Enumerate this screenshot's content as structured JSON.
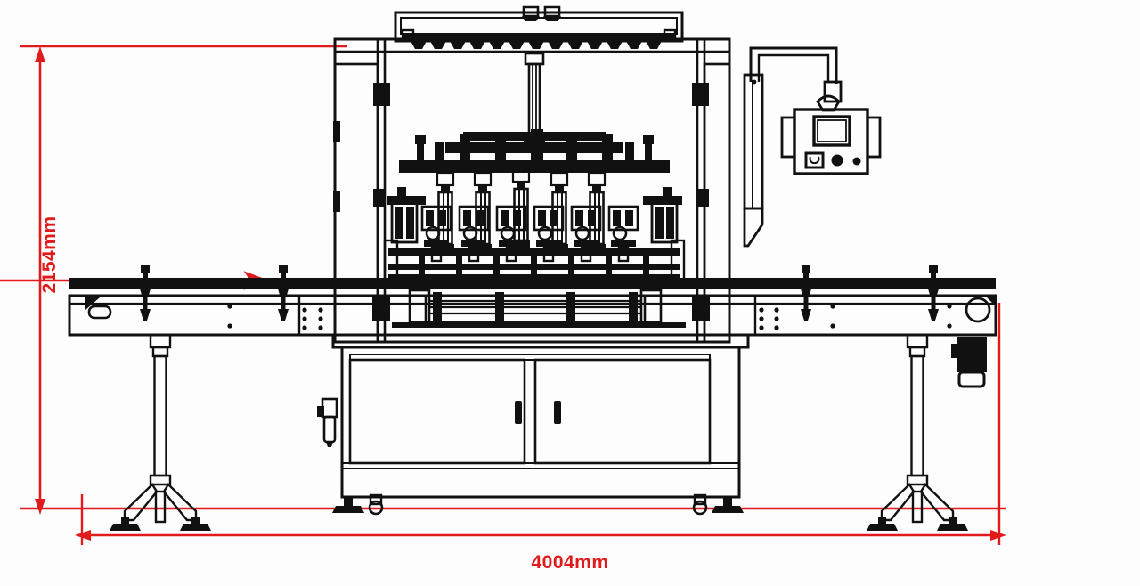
{
  "drawing": {
    "type": "technical-elevation-drawing",
    "subject": "Automatic inline piston liquid filling machine",
    "view": "front elevation",
    "background_color": "#fdfdfd",
    "line_color": "#111111",
    "dimension_color": "#e11b1b"
  },
  "dimensions": {
    "height": {
      "value": "2154mm",
      "orientation": "vertical",
      "position": "left",
      "arrows": "both-ends"
    },
    "width": {
      "value": "4004mm",
      "orientation": "horizontal",
      "position": "bottom",
      "arrows": "both-ends"
    }
  },
  "components": {
    "hopper": {
      "name": "top product hopper / nozzle manifold",
      "nozzle_count": 14
    },
    "frame": {
      "name": "main vertical frame columns",
      "columns": 2
    },
    "filling_head": {
      "name": "piston filling head assembly",
      "cylinders": 6
    },
    "lift_column": {
      "name": "central nozzle lift actuator"
    },
    "conveyor_left": {
      "name": "infeed conveyor",
      "guide_rail": true,
      "leg_stands": 1
    },
    "conveyor_right": {
      "name": "outfeed conveyor",
      "guide_rail": true,
      "leg_stands": 1,
      "drive_motor": true
    },
    "cabinet": {
      "name": "base machine cabinet",
      "doors": 2,
      "handles": 2,
      "leveling_feet": 2,
      "casters": 2
    },
    "control_panel": {
      "name": "HMI touchscreen control box",
      "mount": "swing arm",
      "screen": true,
      "selector_switch": 1,
      "push_buttons": 2
    },
    "air_unit": {
      "name": "FRL air filter regulator"
    }
  }
}
